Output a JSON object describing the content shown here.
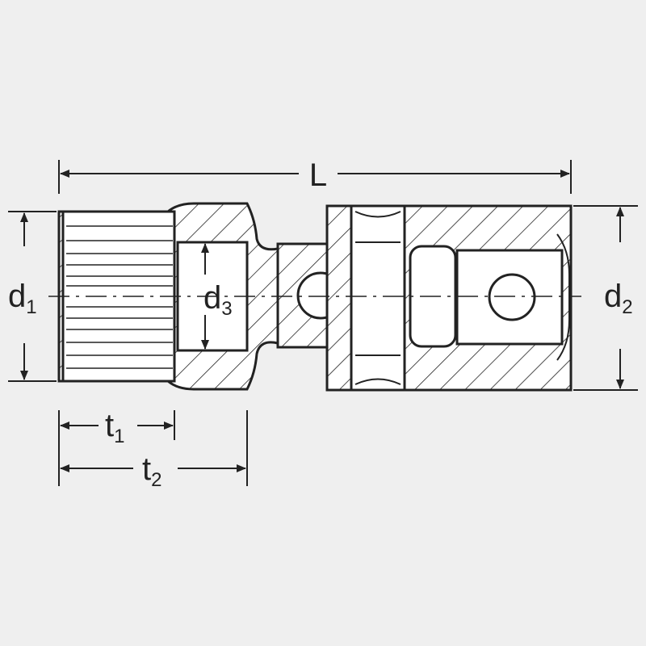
{
  "labels": {
    "L": "L",
    "d1": {
      "main": "d",
      "sub": "1"
    },
    "d2": {
      "main": "d",
      "sub": "2"
    },
    "d3": {
      "main": "d",
      "sub": "3"
    },
    "t1": {
      "main": "t",
      "sub": "1"
    },
    "t2": {
      "main": "t",
      "sub": "2"
    }
  },
  "colors": {
    "background": "#efefef",
    "ink": "#222222",
    "part": "#ffffff"
  }
}
